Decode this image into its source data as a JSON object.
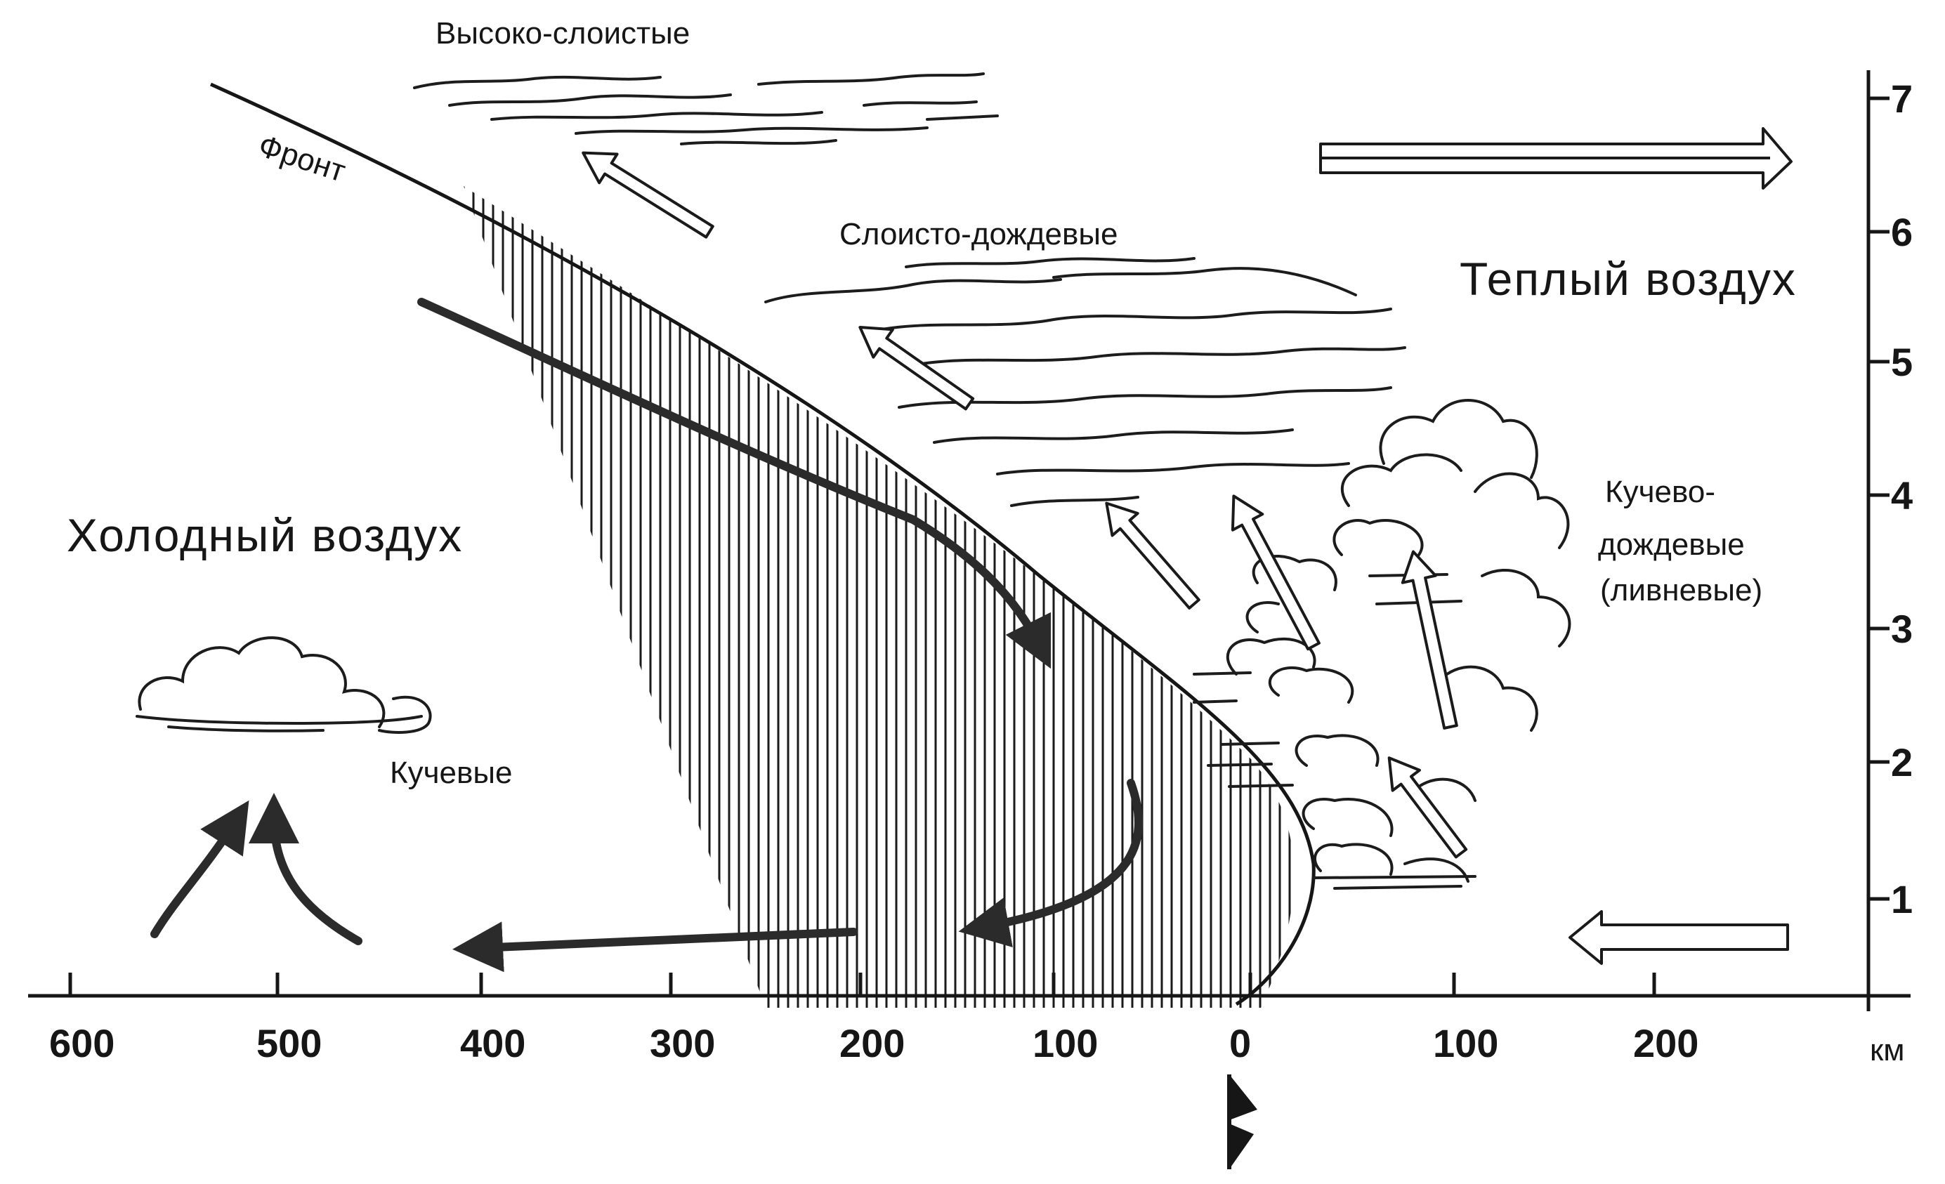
{
  "labels": {
    "altostratus": "Высоко-слоистые",
    "front": "Фронт",
    "nimbostratus": "Слоисто-дождевые",
    "warm_air": "Теплый воздух",
    "cold_air": "Холодный воздух",
    "cumulonimbus_1": "Кучево-",
    "cumulonimbus_2": "дождевые",
    "cumulonimbus_3": "(ливневые)",
    "cumulus": "Кучевые"
  },
  "x_axis": {
    "ticks": [
      "600",
      "500",
      "400",
      "300",
      "200",
      "100",
      "0",
      "100",
      "200"
    ],
    "unit": "км"
  },
  "y_axis": {
    "ticks": [
      "1",
      "2",
      "3",
      "4",
      "5",
      "6",
      "7"
    ]
  }
}
